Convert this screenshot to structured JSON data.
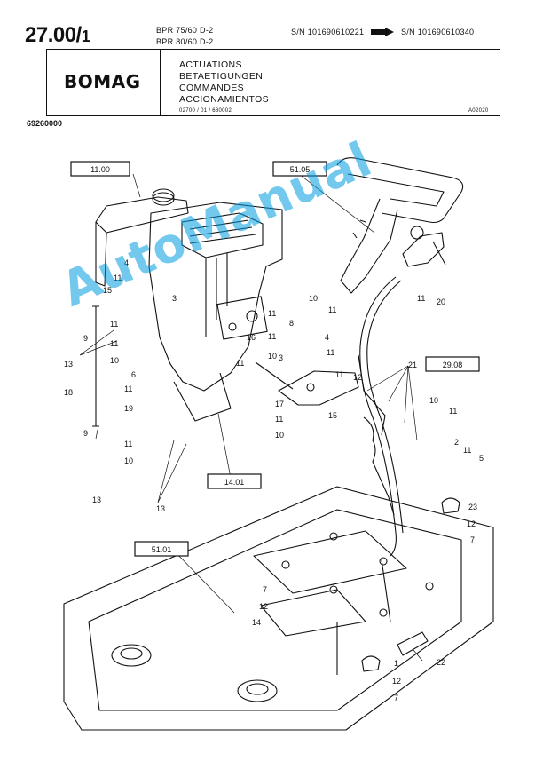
{
  "header": {
    "page_number": "27.00/",
    "page_suffix": "1",
    "models": [
      "BPR 75/60 D-2",
      "BPR 80/60 D-2"
    ],
    "serial_from": "S/N 101690610221",
    "serial_to": "S/N 101690610340"
  },
  "titleblock": {
    "logo": "BOMAG",
    "titles": [
      "ACTUATIONS",
      "BETAETIGUNGEN",
      "COMMANDES",
      "ACCIONAMIENTOS"
    ],
    "code": "02700 / 01 / 680002",
    "ref": "A02020"
  },
  "doc_number": "69260000",
  "drawing": {
    "ref_boxes": [
      "11.00",
      "51.05",
      "29.08",
      "14.01",
      "51.01"
    ],
    "labels": [
      "4",
      "11",
      "15",
      "3",
      "9",
      "11",
      "11",
      "10",
      "8",
      "11",
      "11",
      "4",
      "10",
      "11",
      "16",
      "3",
      "11",
      "6",
      "11",
      "18",
      "13",
      "11",
      "12",
      "17",
      "15",
      "11",
      "10",
      "19",
      "21",
      "10",
      "11",
      "2",
      "11",
      "5",
      "9",
      "11",
      "10",
      "13",
      "13",
      "23",
      "12",
      "7",
      "7",
      "12",
      "14",
      "1",
      "22",
      "12",
      "7",
      "20",
      "11",
      "10",
      "11"
    ]
  },
  "watermark": "AutoManual"
}
